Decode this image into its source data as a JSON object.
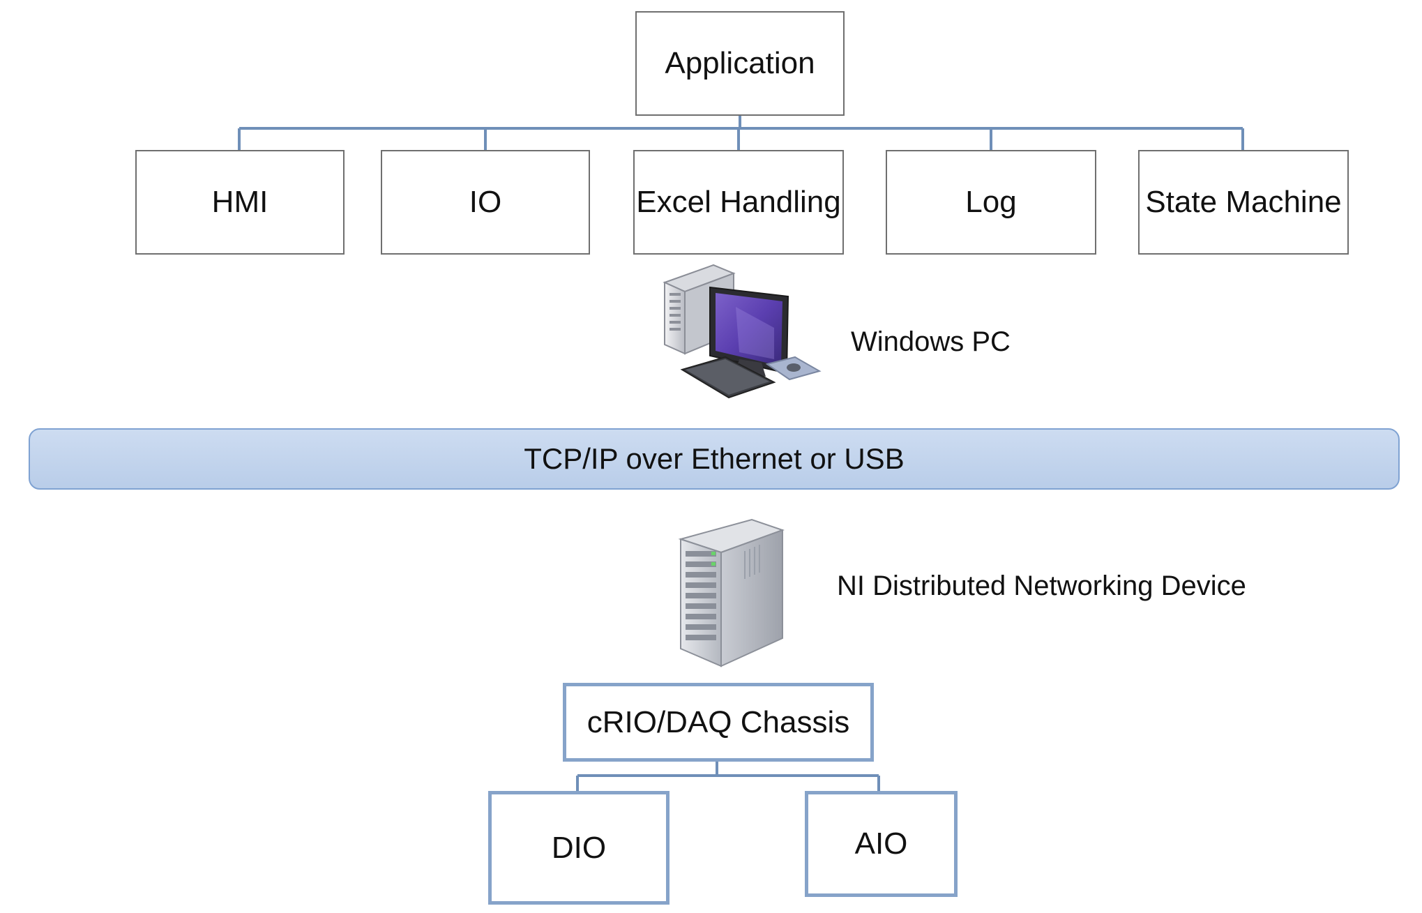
{
  "application": {
    "label": "Application"
  },
  "modules": [
    {
      "label": "HMI"
    },
    {
      "label": "IO"
    },
    {
      "label": "Excel Handling"
    },
    {
      "label": "Log"
    },
    {
      "label": "State Machine"
    }
  ],
  "windows_pc": {
    "label": "Windows PC",
    "icon": "desktop-computer-icon"
  },
  "bus": {
    "label": "TCP/IP over Ethernet or USB"
  },
  "ni_device": {
    "label": "NI Distributed Networking Device",
    "icon": "server-tower-icon"
  },
  "chassis": {
    "label": "cRIO/DAQ Chassis"
  },
  "io_modules": [
    {
      "label": "DIO"
    },
    {
      "label": "AIO"
    }
  ],
  "colors": {
    "connector": "#6f8fb8",
    "box_border_thin": "#6f6f6f",
    "box_border_thick": "#86a3c9",
    "bus_fill": "#c4d6ee",
    "bus_border": "#7fa2d2"
  }
}
